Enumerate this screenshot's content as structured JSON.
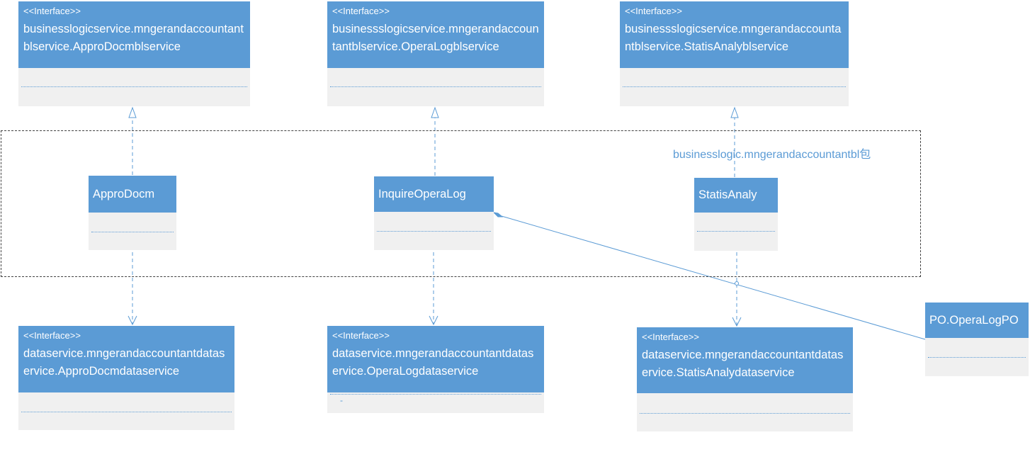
{
  "package": {
    "label": "businesslogic.mngerandaccountantbl包"
  },
  "interfaces_top": [
    {
      "stereotype": "<<Interface>>",
      "name": "businesslogicservice.mngerandaccountantblservice.ApproDocmblservice"
    },
    {
      "stereotype": "<<Interface>>",
      "name": "businessslogicservice.mngerandaccountantblservice.OperaLogblservice"
    },
    {
      "stereotype": "<<Interface>>",
      "name": "businessslogicservice.mngerandaccountantblservice.StatisAnalyblservice"
    }
  ],
  "bl_classes": [
    {
      "name": "ApproDocm"
    },
    {
      "name": "InquireOperaLog"
    },
    {
      "name": "StatisAnaly"
    }
  ],
  "interfaces_bottom": [
    {
      "stereotype": "<<Interface>>",
      "name": "dataservice.mngerandaccountantdataservice.ApproDocmdataservice"
    },
    {
      "stereotype": "<<Interface>>",
      "name": "dataservice.mngerandaccountantdataservice.OperaLogdataservice",
      "extra": "-"
    },
    {
      "stereotype": "<<Interface>>",
      "name": "dataservice.mngerandaccountantdataservice.StatisAnalydataservice"
    }
  ],
  "po_class": {
    "name": "PO.OperaLogPO"
  },
  "colors": {
    "accent": "#5b9bd5",
    "body": "#f0f0f0",
    "frame": "#404040"
  }
}
